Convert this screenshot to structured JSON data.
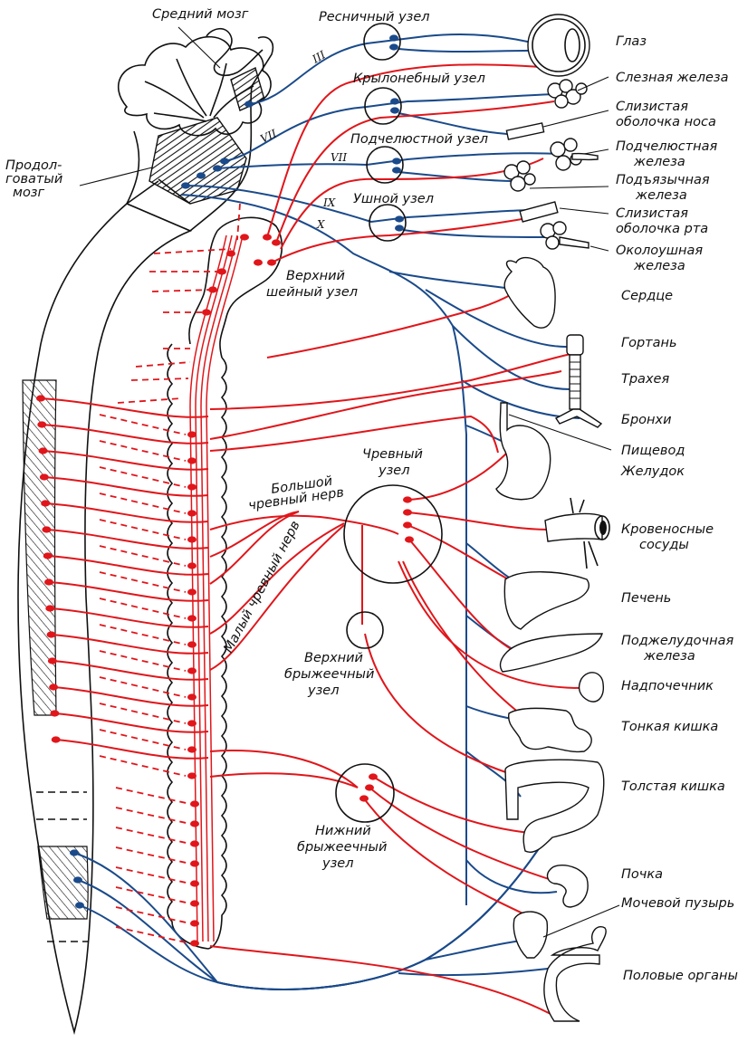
{
  "title": "Autonomic nervous system scheme",
  "colors": {
    "sympathetic": "#e0161b",
    "parasympathetic": "#1a4a8a",
    "outline": "#111111",
    "background": "#ffffff"
  },
  "brain_labels": {
    "midbrain": "Средний мозг",
    "medulla_line1": "Продол-",
    "medulla_line2": "говатый",
    "medulla_line3": "мозг"
  },
  "cranial_nerves": {
    "n3": "III",
    "n7a": "VII",
    "n7b": "VII",
    "n9": "IX",
    "n10": "X"
  },
  "ganglia": {
    "ciliary": "Ресничный узел",
    "pterygopalatine": "Крылонебный узел",
    "submandibular": "Подчелюстной узел",
    "otic": "Ушной узел",
    "superior_cervical_line1": "Верхний",
    "superior_cervical_line2": "шейный узел",
    "celiac_line1": "Чревный",
    "celiac_line2": "узел",
    "superior_mesenteric_line1": "Верхний",
    "superior_mesenteric_line2": "брыжеечный",
    "superior_mesenteric_line3": "узел",
    "inferior_mesenteric_line1": "Нижний",
    "inferior_mesenteric_line2": "брыжеечный",
    "inferior_mesenteric_line3": "узел"
  },
  "nerves": {
    "greater_splanchnic_line1": "Большой",
    "greater_splanchnic_line2": "чревный нерв",
    "lesser_splanchnic": "Малый чревный нерв"
  },
  "organs": [
    {
      "id": "eye",
      "lines": [
        "Глаз"
      ]
    },
    {
      "id": "lacrimal",
      "lines": [
        "Слезная железа"
      ]
    },
    {
      "id": "nasal-mucosa",
      "lines": [
        "Слизистая",
        "оболочка носа"
      ]
    },
    {
      "id": "submandibular-gland",
      "lines": [
        "Подчелюстная",
        "железа"
      ]
    },
    {
      "id": "sublingual-gland",
      "lines": [
        "Подъязычная",
        "железа"
      ]
    },
    {
      "id": "oral-mucosa",
      "lines": [
        "Слизистая",
        "оболочка рта"
      ]
    },
    {
      "id": "parotid",
      "lines": [
        "Околоушная",
        "железа"
      ]
    },
    {
      "id": "heart",
      "lines": [
        "Сердце"
      ]
    },
    {
      "id": "larynx",
      "lines": [
        "Гортань"
      ]
    },
    {
      "id": "trachea",
      "lines": [
        "Трахея"
      ]
    },
    {
      "id": "bronchi",
      "lines": [
        "Бронхи"
      ]
    },
    {
      "id": "esophagus",
      "lines": [
        "Пищевод"
      ]
    },
    {
      "id": "stomach",
      "lines": [
        "Желудок"
      ]
    },
    {
      "id": "blood-vessels",
      "lines": [
        "Кровеносные",
        "сосуды"
      ]
    },
    {
      "id": "liver",
      "lines": [
        "Печень"
      ]
    },
    {
      "id": "pancreas",
      "lines": [
        "Поджелудочная",
        "железа"
      ]
    },
    {
      "id": "adrenal",
      "lines": [
        "Надпочечник"
      ]
    },
    {
      "id": "small-intestine",
      "lines": [
        "Тонкая кишка"
      ]
    },
    {
      "id": "large-intestine",
      "lines": [
        "Толстая кишка"
      ]
    },
    {
      "id": "kidney",
      "lines": [
        "Почка"
      ]
    },
    {
      "id": "bladder",
      "lines": [
        "Мочевой пузырь"
      ]
    },
    {
      "id": "genitals",
      "lines": [
        "Половые органы"
      ]
    }
  ]
}
